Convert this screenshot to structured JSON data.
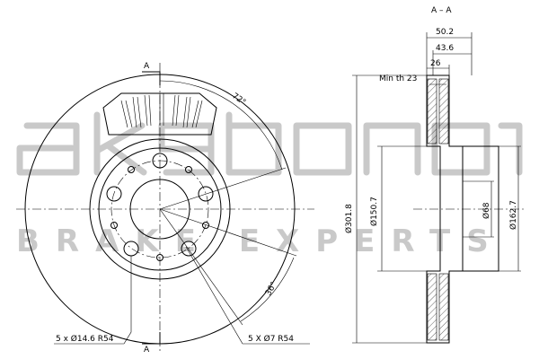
{
  "watermark": {
    "brand": "akebono",
    "tagline": "BRAKE EXPERTS"
  },
  "front_view": {
    "section_marker": "A",
    "angle_vanes": "72°",
    "angle_bolts": "36°",
    "bolt_holes_label": "5 x Ø14.6 R54",
    "small_holes_label": "5 X Ø7 R54"
  },
  "section_view": {
    "title": "A – A",
    "dims": {
      "overall_thickness": "50.2",
      "hat_height": "43.6",
      "disc_thickness": "26",
      "min_thickness": "Min th 23",
      "outer_diameter": "Ø301.8",
      "hat_outer_diameter": "Ø150.7",
      "center_bore": "Ø68",
      "hat_diameter": "Ø162.7"
    }
  }
}
